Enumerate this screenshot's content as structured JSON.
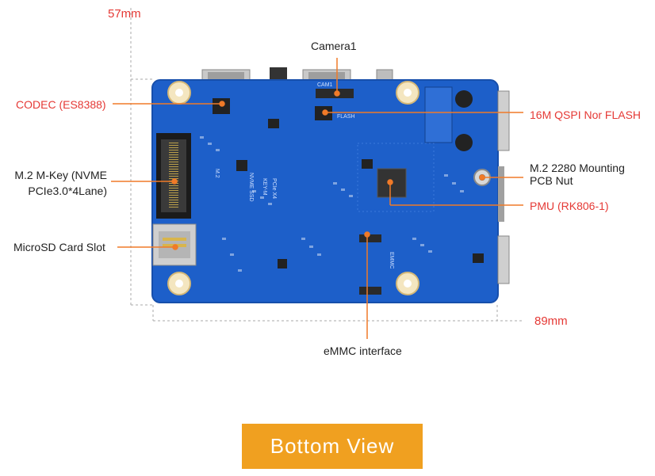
{
  "dimensions": {
    "width_label": "57mm",
    "length_label": "89mm"
  },
  "labels": {
    "camera": "Camera1",
    "codec": "CODEC (ES8388)",
    "flash": "16M QSPI Nor FLASH",
    "m2_key_line1": "M.2 M-Key (NVME",
    "m2_key_line2": "PCIe3.0*4Lane)",
    "mounting_line1": "M.2 2280 Mounting",
    "mounting_line2": "PCB Nut",
    "pmu": "PMU (RK806-1)",
    "microsd": "MicroSD Card Slot",
    "emmc": "eMMC interface"
  },
  "silkscreen": {
    "m2_slot": [
      "M.2",
      "NVME SSD",
      "KEY-M",
      "PCIe X4"
    ],
    "camera_conn": "CAM1",
    "flash_chip": "FLASH",
    "emmc_conn": "EMMC"
  },
  "button": {
    "label": "Bottom View"
  },
  "colors": {
    "pcb": "#1d5fc9",
    "pcb_dark": "#174fab",
    "callout_red": "#e53935",
    "label_black": "#222222",
    "button_bg": "#f0a020",
    "dim_line": "#999999"
  }
}
